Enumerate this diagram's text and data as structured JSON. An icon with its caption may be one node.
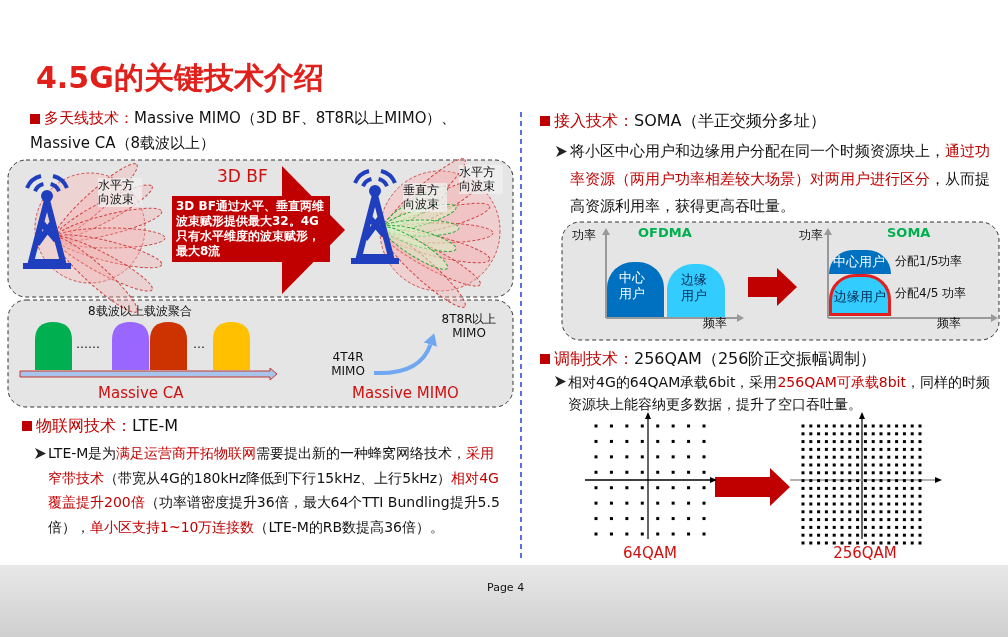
{
  "diagram": {
    "title": "4.5G的关键技术介绍",
    "nodes": [
      {
        "text": [
          "水平方向波束"
        ]
      },
      {
        "text": [
          "垂直方向波束",
          "水平方向波束"
        ]
      },
      {
        "text": [
          "4T4R MIMO"
        ]
      },
      {
        "text": [
          "8T8R以上 MIMO"
        ]
      },
      {
        "text": [
          "功率",
          "OFDMA",
          "频率"
        ]
      },
      {
        "text": [
          "中心用户"
        ],
        "in": 4
      },
      {
        "text": [
          "边缘用户"
        ],
        "in": 4
      },
      {
        "text": [
          "功率",
          "SOMA",
          "分配1/5功率",
          "分配4/5 功率",
          "频率"
        ]
      },
      {
        "text": [
          "中心用户"
        ],
        "in": 7
      },
      {
        "text": [
          "边缘用户"
        ],
        "in": 7
      },
      {
        "text": [
          "64QAM"
        ]
      },
      {
        "text": [
          "256QAM"
        ]
      }
    ],
    "edges": [
      {
        "from": 0,
        "to": 1,
        "arrow": "to",
        "label": "3D BF",
        "style": "thick",
        "color": "#c00000"
      },
      {
        "from": 2,
        "to": 3,
        "arrow": "to",
        "color": "#6fa8f0"
      },
      {
        "from": 4,
        "to": 7,
        "arrow": "to",
        "color": "#c00000"
      },
      {
        "from": 10,
        "to": 11,
        "arrow": "to",
        "color": "#c00000"
      }
    ],
    "labels": [
      "**多天线技术：**Massive MIMO（3D BF、8T8R以上MIMO）、Massive CA（8载波以上）",
      "3D BF通过水平、垂直两维波束赋形提供最大32。4G只有水平维度的波束赋形，最大8流",
      "8载波以上载波聚合",
      "……",
      "…",
      "Massive CA",
      "Massive MIMO",
      "**物联网技术：**LTE-M",
      "LTE-M是为**满足运营商开拓物联网**需要提出新的一种蜂窝网络技术，**采用窄带技术**（带宽从4G的180kHz降低到下行15kHz、上行5kHz）**相对4G覆盖提升200倍**（功率谱密度提升36倍，最大64个TTI Bundling提升5.5倍），**单小区支持1~10万连接数**（LTE-M的RB数提高36倍）。",
      "**接入技术：**SOMA（半正交频分多址）",
      "将小区中心用户和边缘用户分配在同一个时频资源块上，**通过功率资源（两用户功率相差较大场景）对两用户进行区分**，从而提高资源利用率，获得更高吞吐量。",
      "**调制技术：**256QAM（256阶正交振幅调制）",
      "相对4G的64QAM承载6bit，采用**256QAM可承载8bit**，同样的时频资源块上能容纳更多数据，提升了空口吞吐量。",
      "Page 4"
    ]
  }
}
